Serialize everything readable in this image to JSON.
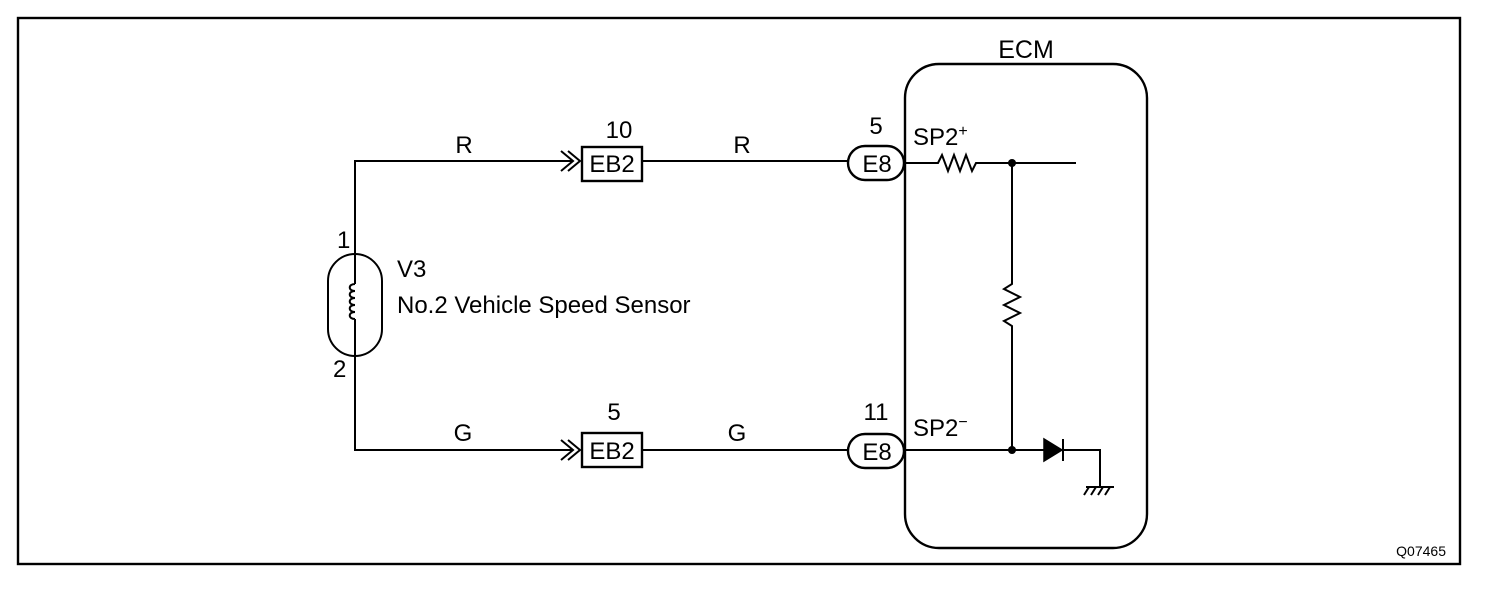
{
  "ecm": {
    "title": "ECM"
  },
  "sensor": {
    "code": "V3",
    "name": "No.2 Vehicle Speed Sensor",
    "pin_top": "1",
    "pin_bottom": "2"
  },
  "top_circuit": {
    "wire_left": "R",
    "connector_pin": "10",
    "connector_label": "EB2",
    "wire_right": "R",
    "ecm_pin": "5",
    "ecm_connector": "E8",
    "signal": "SP2+"
  },
  "bottom_circuit": {
    "wire_left": "G",
    "connector_pin": "5",
    "connector_label": "EB2",
    "wire_right": "G",
    "ecm_pin": "11",
    "ecm_connector": "E8",
    "signal": "SP2-"
  },
  "diagram_code": "Q07465"
}
